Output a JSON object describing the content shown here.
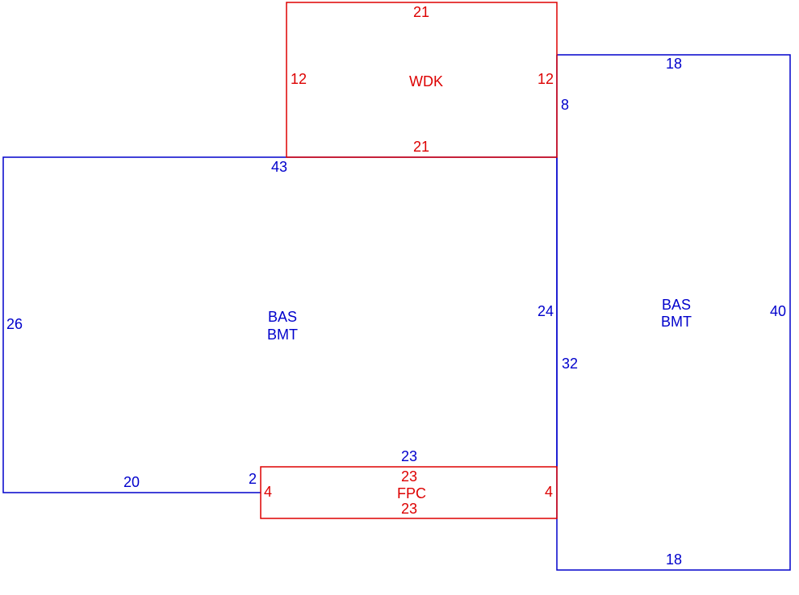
{
  "colors": {
    "structure": "#0000cc",
    "addition": "#dd0000",
    "background": "#ffffff"
  },
  "areas": {
    "left_main": {
      "name_line1": "BAS",
      "name_line2": "BMT",
      "top": "43",
      "left": "26",
      "right": "24",
      "bottom": "20",
      "step": "2"
    },
    "right_wing": {
      "name_line1": "BAS",
      "name_line2": "BMT",
      "top": "18",
      "right": "40",
      "bottom": "18",
      "upper_left": "8",
      "lower_left": "32",
      "fpc_top": "23"
    },
    "wdk": {
      "name": "WDK",
      "top": "21",
      "bottom": "21",
      "left": "12",
      "right": "12"
    },
    "fpc": {
      "name": "FPC",
      "top": "23",
      "bottom": "23",
      "left": "4",
      "right": "4"
    }
  }
}
